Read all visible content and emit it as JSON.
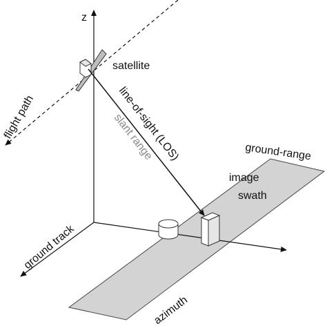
{
  "labels": {
    "z_axis": "z",
    "satellite": "satellite",
    "flight_path": "flight path",
    "line_of_sight": "line-of-sight (LOS)",
    "slant_range": "slant range",
    "ground_range": "ground-range",
    "image": "image",
    "swath": "swath",
    "ground_track": "ground track",
    "azimuth": "azimuth"
  },
  "colors": {
    "swath_fill": "#d3d3d3",
    "satellite_fill": "#bdbdbd",
    "slant_range_text": "#8a8a8a",
    "line": "#111111"
  }
}
